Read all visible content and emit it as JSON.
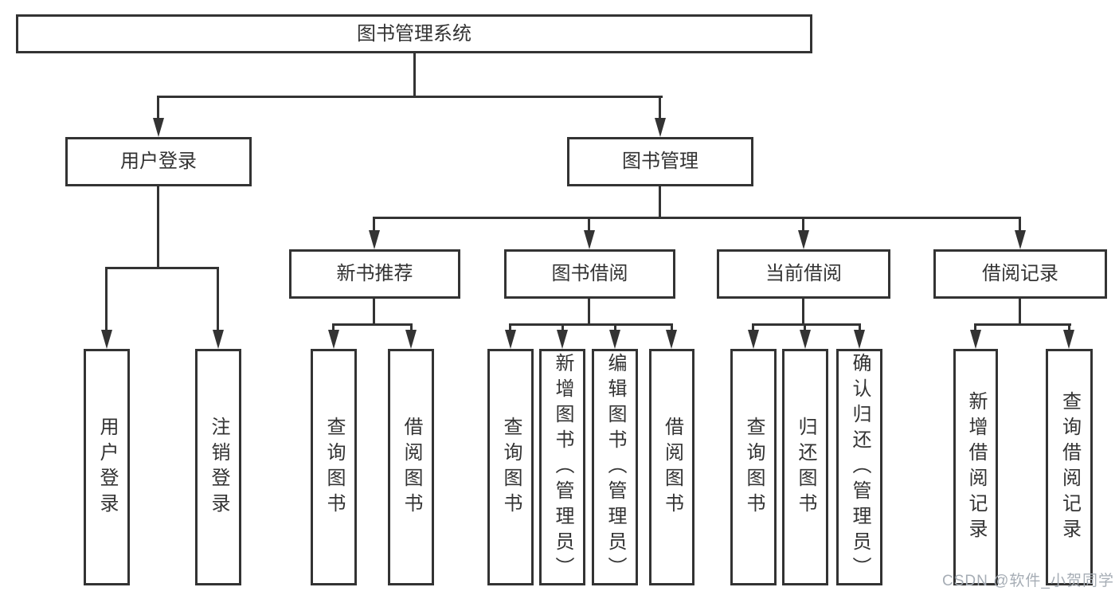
{
  "title": "图书管理系统",
  "watermark": "CSDN @软件_小贺同学",
  "colors": {
    "line": "#333333",
    "text": "#333333",
    "background": "#ffffff",
    "watermark": "#a6adb5"
  },
  "tree": {
    "root": {
      "label": "图书管理系统"
    },
    "branches": [
      {
        "label": "用户登录",
        "children": [
          {
            "label": "用户登录"
          },
          {
            "label": "注销登录"
          }
        ]
      },
      {
        "label": "图书管理",
        "children": [
          {
            "label": "新书推荐",
            "children": [
              {
                "label": "查询图书"
              },
              {
                "label": "借阅图书"
              }
            ]
          },
          {
            "label": "图书借阅",
            "children": [
              {
                "label": "查询图书"
              },
              {
                "label": "新增图书（管理员）"
              },
              {
                "label": "编辑图书（管理员）"
              },
              {
                "label": "借阅图书"
              }
            ]
          },
          {
            "label": "当前借阅",
            "children": [
              {
                "label": "查询图书"
              },
              {
                "label": "归还图书"
              },
              {
                "label": "确认归还（管理员）"
              }
            ]
          },
          {
            "label": "借阅记录",
            "children": [
              {
                "label": "新增借阅记录"
              },
              {
                "label": "查询借阅记录"
              }
            ]
          }
        ]
      }
    ]
  }
}
